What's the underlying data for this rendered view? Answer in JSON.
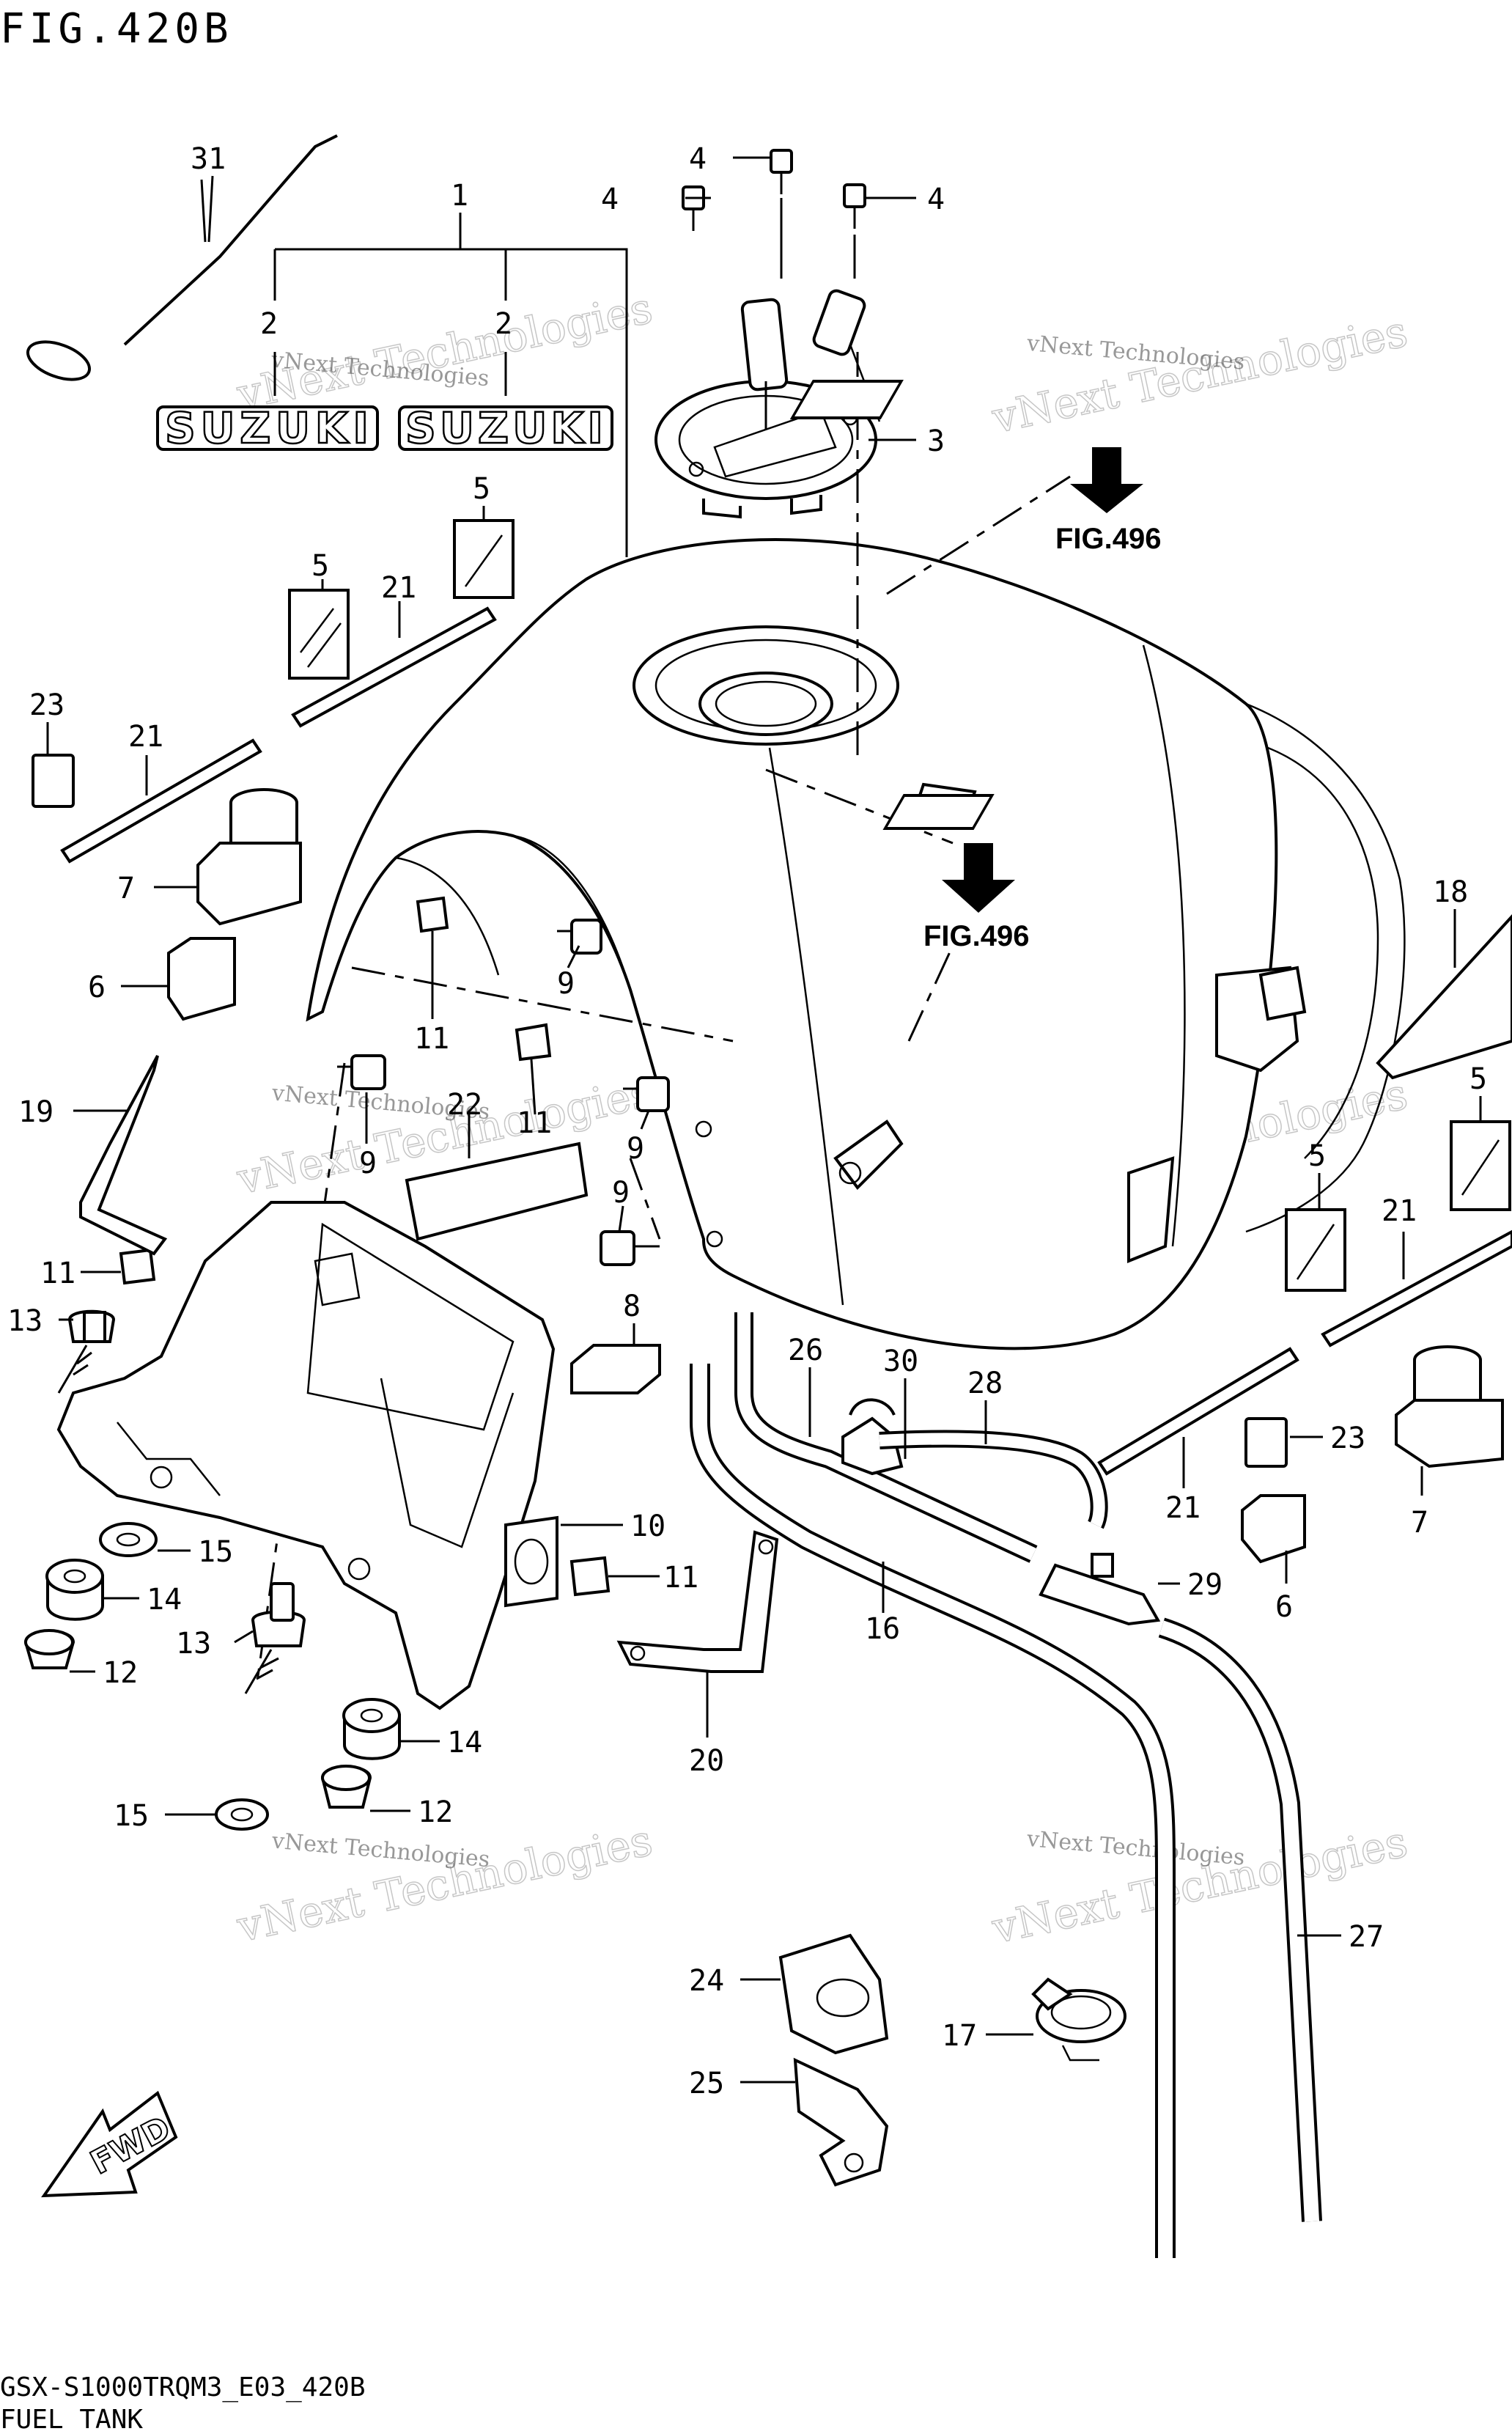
{
  "header": {
    "figure_title": "FIG.420B"
  },
  "footer": {
    "model_code": "GSX-S1000TRQM3_E03_420B",
    "section_title": "FUEL TANK"
  },
  "decal_text": {
    "suzuki_left": "SUZUKI",
    "suzuki_right": "SUZUKI"
  },
  "fwd_text": "FWD",
  "fig_refs": [
    "FIG.496",
    "FIG.496"
  ],
  "watermark": {
    "line1": "vNext Technologies",
    "line2": "vNext Technologies"
  },
  "callouts": [
    {
      "id": "31",
      "label": "31"
    },
    {
      "id": "1",
      "label": "1"
    },
    {
      "id": "2a",
      "label": "2"
    },
    {
      "id": "2b",
      "label": "2"
    },
    {
      "id": "4a",
      "label": "4"
    },
    {
      "id": "4b",
      "label": "4"
    },
    {
      "id": "4c",
      "label": "4"
    },
    {
      "id": "3",
      "label": "3"
    },
    {
      "id": "5a",
      "label": "5"
    },
    {
      "id": "5b",
      "label": "5"
    },
    {
      "id": "21a",
      "label": "21"
    },
    {
      "id": "23a",
      "label": "23"
    },
    {
      "id": "21b",
      "label": "21"
    },
    {
      "id": "7a",
      "label": "7"
    },
    {
      "id": "6a",
      "label": "6"
    },
    {
      "id": "9a",
      "label": "9"
    },
    {
      "id": "11a",
      "label": "11"
    },
    {
      "id": "11b",
      "label": "11"
    },
    {
      "id": "22",
      "label": "22"
    },
    {
      "id": "9b",
      "label": "9"
    },
    {
      "id": "9c",
      "label": "9"
    },
    {
      "id": "9d",
      "label": "9"
    },
    {
      "id": "19",
      "label": "19"
    },
    {
      "id": "18",
      "label": "18"
    },
    {
      "id": "5c",
      "label": "5"
    },
    {
      "id": "5d",
      "label": "5"
    },
    {
      "id": "21c",
      "label": "21"
    },
    {
      "id": "11c",
      "label": "11"
    },
    {
      "id": "13a",
      "label": "13"
    },
    {
      "id": "8",
      "label": "8"
    },
    {
      "id": "26",
      "label": "26"
    },
    {
      "id": "30",
      "label": "30"
    },
    {
      "id": "28",
      "label": "28"
    },
    {
      "id": "23b",
      "label": "23"
    },
    {
      "id": "21d",
      "label": "21"
    },
    {
      "id": "7b",
      "label": "7"
    },
    {
      "id": "10",
      "label": "10"
    },
    {
      "id": "15a",
      "label": "15"
    },
    {
      "id": "11d",
      "label": "11"
    },
    {
      "id": "14a",
      "label": "14"
    },
    {
      "id": "29",
      "label": "29"
    },
    {
      "id": "6b",
      "label": "6"
    },
    {
      "id": "16",
      "label": "16"
    },
    {
      "id": "13b",
      "label": "13"
    },
    {
      "id": "12a",
      "label": "12"
    },
    {
      "id": "20",
      "label": "20"
    },
    {
      "id": "14b",
      "label": "14"
    },
    {
      "id": "15b",
      "label": "15"
    },
    {
      "id": "12b",
      "label": "12"
    },
    {
      "id": "27",
      "label": "27"
    },
    {
      "id": "24",
      "label": "24"
    },
    {
      "id": "17",
      "label": "17"
    },
    {
      "id": "25",
      "label": "25"
    }
  ]
}
